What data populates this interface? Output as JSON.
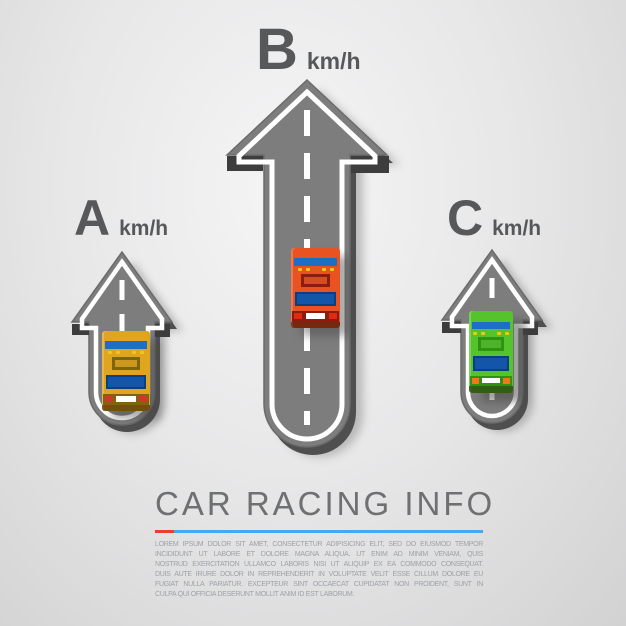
{
  "infographic": {
    "speed_labels": [
      {
        "letter": "A",
        "unit": "km/h"
      },
      {
        "letter": "B",
        "unit": "km/h"
      },
      {
        "letter": "C",
        "unit": "km/h"
      }
    ],
    "roads": [
      {
        "id": "A",
        "height_rank": 2,
        "car_color": "#dfa51f"
      },
      {
        "id": "B",
        "height_rank": 1,
        "car_color": "#e85321"
      },
      {
        "id": "C",
        "height_rank": 3,
        "car_color": "#55c32c"
      }
    ],
    "title": "CAR RACING INFO",
    "description_lines": [
      "LOREM IPSUM DOLOR SIT AMET, CONSECTETUR ADIPISICING ELIT, SED DO EIUSMOD TEMPOR",
      "INCIDIDUNT UT LABORE ET DOLORE MAGNA ALIQUA. UT ENIM AD MINIM VENIAM, QUIS",
      "NOSTRUD EXERCITATION ULLAMCO LABORIS NISI UT ALIQUIP EX EA COMMODO CONSEQUAT.",
      "DUIS AUTE IRURE DOLOR IN REPREHENDERIT IN VOLUPTATE VELIT ESSE CILLUM DOLORE EU",
      "FUGIAT NULLA PARIATUR. EXCEPTEUR SINT OCCAECAT CUPIDATAT NON PROIDENT, SUNT IN",
      "CULPA QUI OFFICIA DESERUNT MOLLIT ANIM ID EST LABORUM."
    ]
  },
  "colors": {
    "background_light": "#f5f5f6",
    "background_mid": "#e7e7e8",
    "background_dark": "#d2d2d3",
    "label_gray": "#57585a",
    "road_surface": "#7d7d7d",
    "road_edge": "#6b6b6b",
    "road_marking": "#ffffff",
    "arrow_underside": "#3d3d3d",
    "arrow_rim": "#4f4f4f",
    "arrow_shadow": "#979797",
    "title_gray": "#6f7072",
    "divider_red": "#e8402f",
    "divider_blue": "#46a9ee",
    "body_text_gray": "#9da2a7",
    "truck_a_body": "#dfa51f",
    "truck_a_dark": "#7c650e",
    "truck_a_tail": "#d6342a",
    "truck_b_body": "#e85321",
    "truck_b_dark": "#8a1d0b",
    "truck_b_tail": "#e02b14",
    "truck_c_body": "#55c32c",
    "truck_c_dark": "#2e9212",
    "truck_c_tail": "#f07818",
    "truck_glass_blue": "#1c6fc4",
    "truck_cargo_blue": "#1356a9",
    "truck_cargo_border": "#0c3e82",
    "plate_white": "#ffffff",
    "light_dot_yellow": "#f2c71d"
  }
}
